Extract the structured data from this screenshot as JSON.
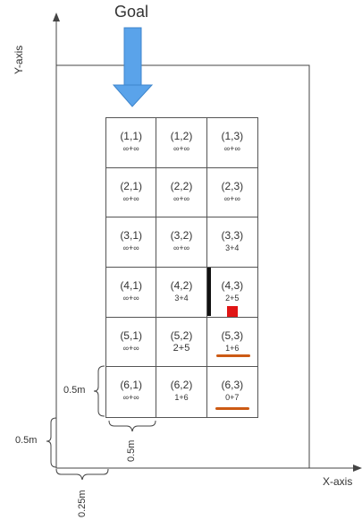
{
  "goal_label": "Goal",
  "y_axis_label": "Y-axis",
  "x_axis_label": "X-axis",
  "dim_labels": {
    "cell_height_left": "0.5m",
    "cell_width_bottom": "0.5m",
    "offset_y": "0.5m",
    "offset_x": "0.25m"
  },
  "colors": {
    "goal_arrow": "#5aa3ea",
    "robot": "#e01515",
    "marker": "#cc5a14",
    "wall": "#111111"
  },
  "grid": [
    [
      {
        "coord": "(1,1)",
        "cost": "∞+∞"
      },
      {
        "coord": "(1,2)",
        "cost": "∞+∞"
      },
      {
        "coord": "(1,3)",
        "cost": "∞+∞"
      }
    ],
    [
      {
        "coord": "(2,1)",
        "cost": "∞+∞"
      },
      {
        "coord": "(2,2)",
        "cost": "∞+∞"
      },
      {
        "coord": "(2,3)",
        "cost": "∞+∞"
      }
    ],
    [
      {
        "coord": "(3,1)",
        "cost": "∞+∞"
      },
      {
        "coord": "(3,2)",
        "cost": "∞+∞"
      },
      {
        "coord": "(3,3)",
        "cost": "3+4"
      }
    ],
    [
      {
        "coord": "(4,1)",
        "cost": "∞+∞"
      },
      {
        "coord": "(4,2)",
        "cost": "3+4"
      },
      {
        "coord": "(4,3)",
        "cost": "2+5"
      }
    ],
    [
      {
        "coord": "(5,1)",
        "cost": "∞+∞"
      },
      {
        "coord": "(5,2)",
        "cost": "2+5"
      },
      {
        "coord": "(5,3)",
        "cost": "1+6"
      }
    ],
    [
      {
        "coord": "(6,1)",
        "cost": "∞+∞"
      },
      {
        "coord": "(6,2)",
        "cost": "1+6"
      },
      {
        "coord": "(6,3)",
        "cost": "0+7"
      }
    ]
  ]
}
